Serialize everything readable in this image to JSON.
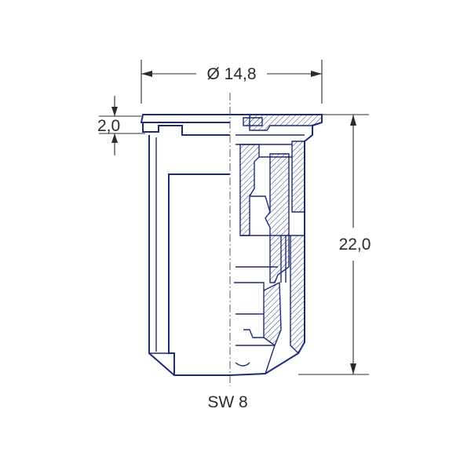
{
  "dimensions": {
    "diameter_label": "Ø 14,8",
    "flange_thickness_label": "2,0",
    "height_label": "22,0",
    "wrench_size_label": "SW 8"
  },
  "colors": {
    "outline": "#1f2a78",
    "dimension": "#2b2b2b",
    "background": "#ffffff"
  }
}
